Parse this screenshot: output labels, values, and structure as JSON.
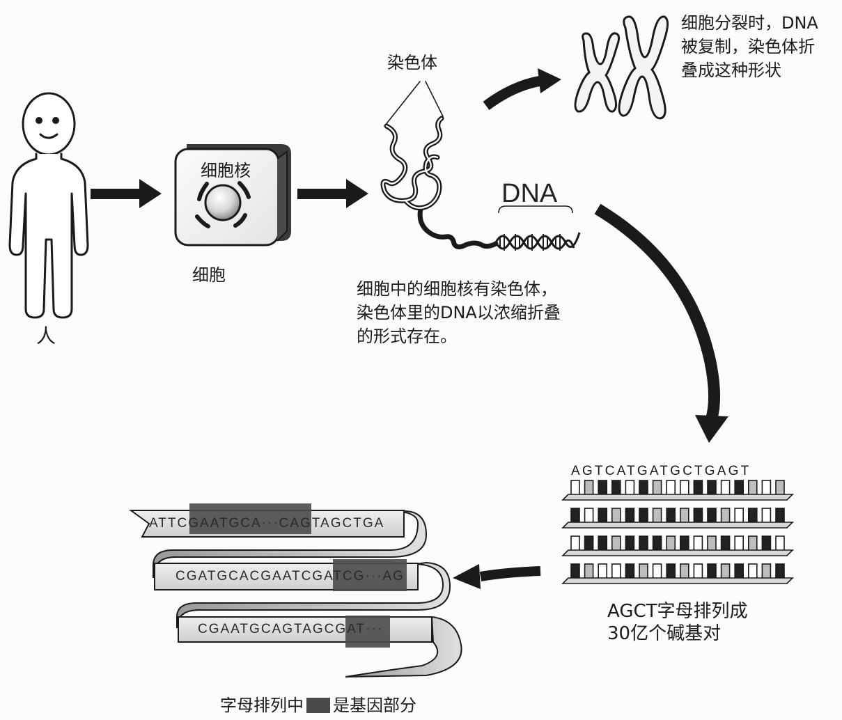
{
  "labels": {
    "person": "人",
    "nucleus": "细胞核",
    "cell": "细胞",
    "chromosome": "染色体",
    "dna": "DNA",
    "division_note": [
      "细胞分裂时，DNA",
      "被复制，染色体折",
      "叠成这种形状"
    ],
    "cell_note": [
      "细胞中的细胞核有染色体，",
      "染色体里的DNA以浓缩折叠",
      "的形式存在。"
    ],
    "sequence_header": "AGTCATGATGCTGAGT",
    "pairs_note": [
      "AGCT字母排列成",
      "30亿个碱基对"
    ],
    "legend_before": "字母排列中",
    "legend_after": "是基因部分"
  },
  "ribbon": {
    "row1": "ATTCGAATGCA···CAGTAGCTGA",
    "row2": "CGATGCACGAATCGATCG···AG",
    "row3": "CGAATGCAGTAGCGAT···"
  },
  "colors": {
    "ink": "#1a1a1a",
    "gene_highlight": "#4a4a4a",
    "light_base": "#bdbdbd",
    "ribbon_face": "#dcdcdc"
  },
  "base_rows": [
    [
      "w",
      "g",
      "d",
      "d",
      "w",
      "d",
      "g",
      "w",
      "w",
      "d",
      "d",
      "w",
      "d",
      "g",
      "w",
      "g"
    ],
    [
      "d",
      "w",
      "d",
      "g",
      "d",
      "d",
      "g",
      "d",
      "g",
      "d",
      "d",
      "g",
      "w",
      "d",
      "w",
      "d"
    ],
    [
      "w",
      "d",
      "d",
      "g",
      "d",
      "d",
      "d",
      "g",
      "d",
      "w",
      "g",
      "d",
      "w",
      "g",
      "d",
      "w"
    ],
    [
      "d",
      "g",
      "w",
      "w",
      "d",
      "g",
      "w",
      "d",
      "g",
      "w",
      "d",
      "g",
      "d",
      "w",
      "g",
      "d"
    ]
  ]
}
